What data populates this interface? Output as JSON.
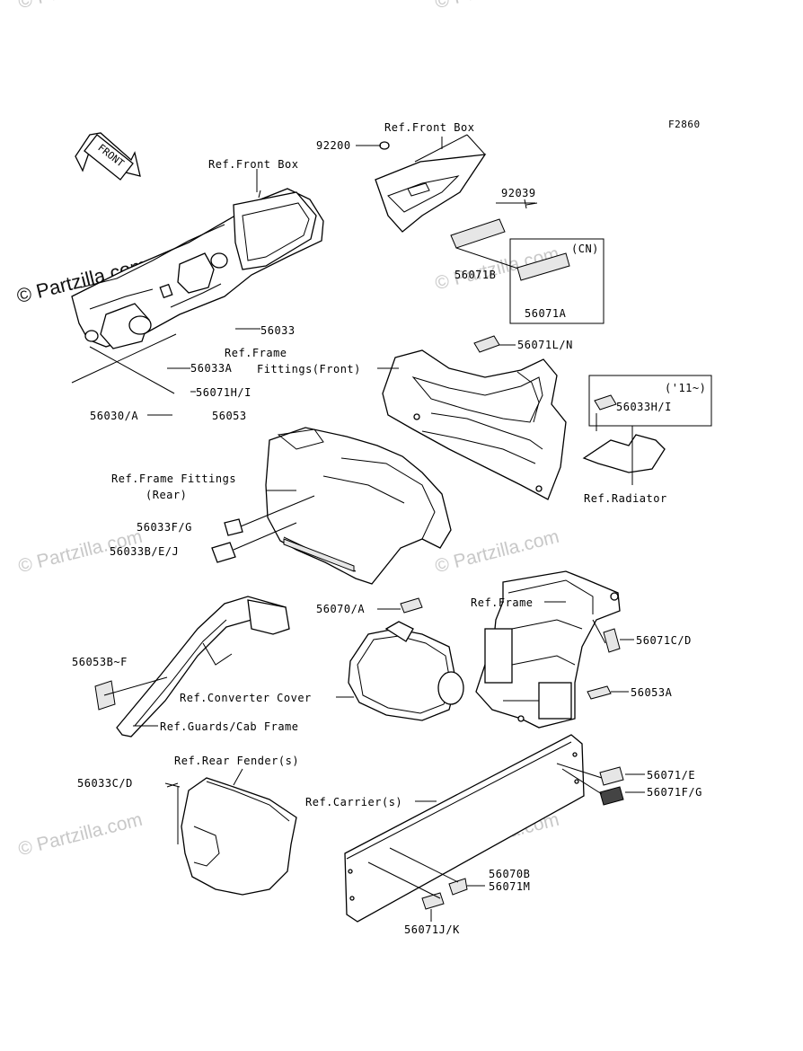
{
  "diagram_code": "F2860",
  "front_arrow_text": "FRONT",
  "watermark": {
    "text": "© Partzilla.com",
    "prominent_text": "© Partzilla.com"
  },
  "labels": {
    "ref_front_box_1": "Ref.Front Box",
    "ref_front_box_2": "Ref.Front Box",
    "p92200": "92200",
    "p92039": "92039",
    "p56071B": "56071B",
    "cn": "(CN)",
    "p56071A": "56071A",
    "p56033": "56033",
    "ref_frame_fittings_front_1": "Ref.Frame",
    "ref_frame_fittings_front_2": "Fittings(Front)",
    "p56033A": "56033A",
    "p56071LN": "56071L/N",
    "p56071HI": "56071H/I",
    "p56030A": "56030/A",
    "p56053": "56053",
    "y11": "('11~)",
    "p56033HI": "56033H/I",
    "ref_radiator": "Ref.Radiator",
    "ref_frame_fittings_rear_1": "Ref.Frame Fittings",
    "ref_frame_fittings_rear_2": "(Rear)",
    "p56033FG": "56033F/G",
    "p56033BEJ": "56033B/E/J",
    "ref_frame": "Ref.Frame",
    "p56070A": "56070/A",
    "p56071CD": "56071C/D",
    "p56053BF": "56053B~F",
    "ref_converter_cover": "Ref.Converter Cover",
    "p56053A": "56053A",
    "ref_guards_cab": "Ref.Guards/Cab Frame",
    "ref_rear_fender": "Ref.Rear Fender(s)",
    "p56033CD": "56033C/D",
    "p56071E": "56071/E",
    "ref_carriers": "Ref.Carrier(s)",
    "p56071FG": "56071F/G",
    "p56070B": "56070B",
    "p56071M": "56071M",
    "p56071JK": "56071J/K"
  }
}
